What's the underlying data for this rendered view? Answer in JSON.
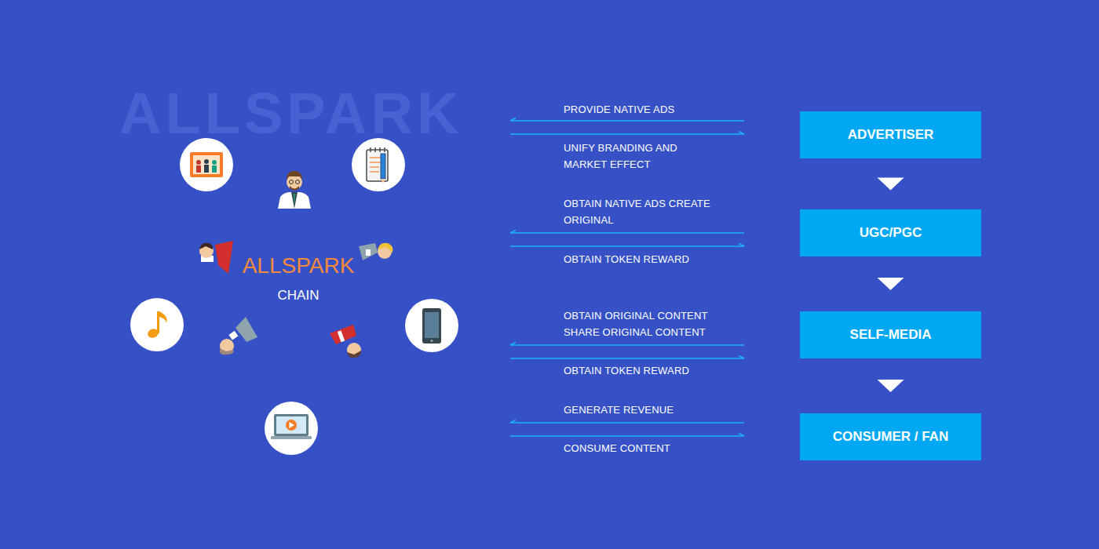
{
  "diagram": {
    "nodes": [
      {
        "text": [
          "ALLSPARK",
          "CHAIN"
        ]
      },
      {
        "text": [
          "ADVERTISER"
        ]
      },
      {
        "text": [
          "UGC/PGC"
        ]
      },
      {
        "text": [
          "SELF-MEDIA"
        ]
      },
      {
        "text": [
          "CONSUMER / FAN"
        ]
      }
    ],
    "edges": [
      {
        "from": 1,
        "to": 2,
        "arrow": "to"
      },
      {
        "from": 2,
        "to": 3,
        "arrow": "to"
      },
      {
        "from": 3,
        "to": 4,
        "arrow": "to"
      }
    ],
    "labels": [
      "ALLSPARK",
      "PROVIDE NATIVE ADS",
      "UNIFY BRANDING AND MARKET EFFECT",
      "OBTAIN NATIVE ADS CREATE ORIGINAL",
      "OBTAIN TOKEN REWARD",
      "OBTAIN ORIGINAL CONTENT SHARE ORIGINAL CONTENT",
      "OBTAIN TOKEN REWARD",
      "GENERATE REVENUE",
      "CONSUME CONTENT"
    ]
  }
}
